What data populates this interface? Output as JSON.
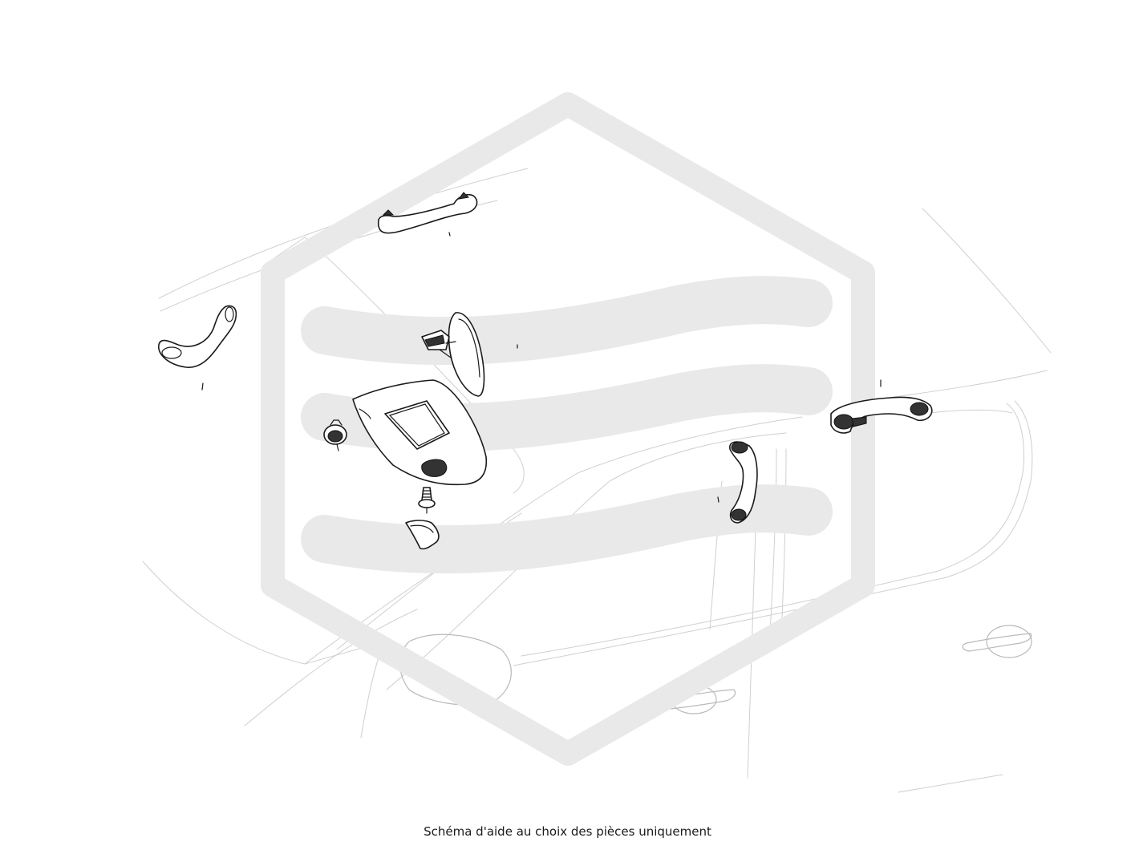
{
  "caption": "Schéma d'aide au choix des pièces uniquement",
  "colors": {
    "background": "#ffffff",
    "outline": "#1a1a1a",
    "background_lines": "#cfcfcf",
    "watermark": "#e9e9e9"
  },
  "parts": [
    {
      "id": "grab-handle-rear-left",
      "icon": "grab-handle"
    },
    {
      "id": "grab-handle-front-left",
      "icon": "grab-handle"
    },
    {
      "id": "interior-mirror",
      "icon": "rear-view-mirror"
    },
    {
      "id": "sun-visor",
      "icon": "sun-visor"
    },
    {
      "id": "visor-clip",
      "icon": "clip"
    },
    {
      "id": "visor-screw",
      "icon": "screw"
    },
    {
      "id": "visor-cover",
      "icon": "cover"
    },
    {
      "id": "grab-handle-front-right",
      "icon": "grab-handle"
    },
    {
      "id": "grab-handle-rear-right",
      "icon": "grab-handle"
    }
  ]
}
